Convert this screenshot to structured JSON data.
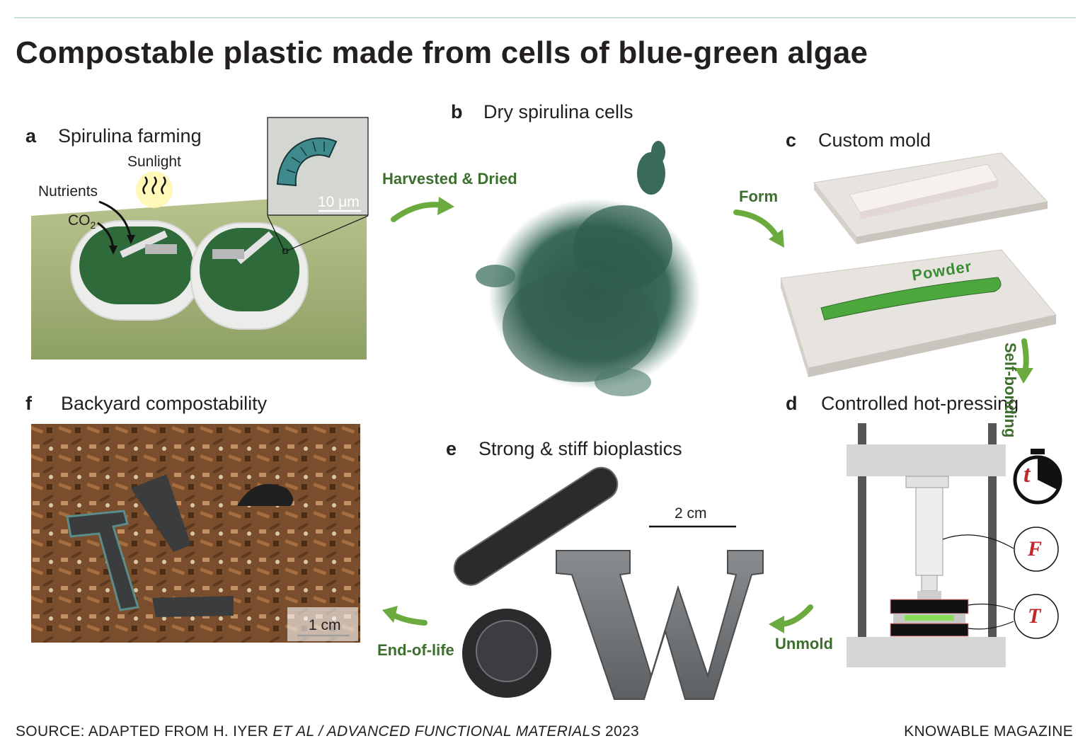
{
  "title": "Compostable plastic made from cells of blue-green algae",
  "panels": {
    "a": {
      "letter": "a",
      "label": "Spirulina farming",
      "sunlight": "Sunlight",
      "nutrients": "Nutrients",
      "co2_base": "CO",
      "co2_sub": "2",
      "scale": "10 μm"
    },
    "b": {
      "letter": "b",
      "label": "Dry spirulina cells"
    },
    "c": {
      "letter": "c",
      "label": "Custom mold",
      "powder": "Powder"
    },
    "d": {
      "letter": "d",
      "label": "Controlled hot-pressing",
      "t_symbol": "t",
      "f_symbol": "F",
      "temp_symbol": "T"
    },
    "e": {
      "letter": "e",
      "label": "Strong & stiff bioplastics",
      "scale": "2 cm"
    },
    "f": {
      "letter": "f",
      "label": "Backyard compostability",
      "scale": "1 cm"
    }
  },
  "arrows": {
    "harvested": "Harvested & Dried",
    "form": "Form",
    "self_bonding": "Self-bonding",
    "unmold": "Unmold",
    "end_of_life": "End-of-life"
  },
  "footer": {
    "source_prefix": "SOURCE: ADAPTED FROM H. IYER ",
    "source_italic": "ET AL / ADVANCED FUNCTIONAL MATERIALS",
    "source_year": " 2023",
    "brand": "KNOWABLE MAGAZINE"
  },
  "colors": {
    "arrow_green": "#6aaa3e",
    "label_green": "#3c6e2d",
    "algae": "#2f6b3a",
    "spirulina": "#2c5c4d"
  }
}
